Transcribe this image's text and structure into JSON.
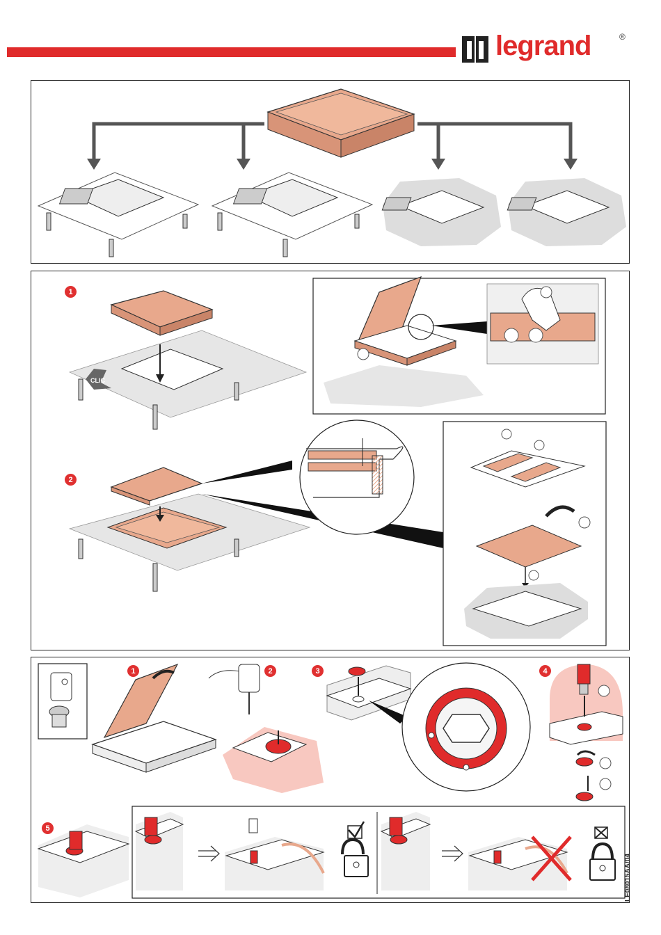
{
  "header": {
    "brand": "legrand",
    "registered": "®",
    "accent_color": "#e02b2b"
  },
  "panel2": {
    "steps": [
      "1",
      "2"
    ],
    "clic_label": "CLIC"
  },
  "panel3": {
    "steps": [
      "1",
      "2",
      "3",
      "4",
      "5"
    ]
  },
  "footer": {
    "document_ref": "LE08015AA/04"
  },
  "icons": {
    "check": "check-box-icon",
    "cross": "cross-box-icon",
    "unlocked": "padlock-open-icon",
    "locked": "padlock-closed-icon",
    "implies": "implies-arrow-icon"
  }
}
